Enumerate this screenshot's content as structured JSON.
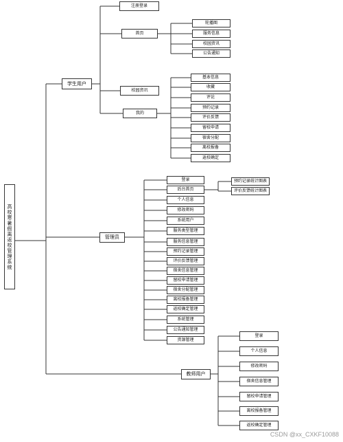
{
  "root": "高校寒暑假离返校管理系统",
  "student": {
    "label": "学生用户",
    "children": {
      "login": "注册登录",
      "home": "首页",
      "news": "校园资讯",
      "mine": "我的"
    },
    "home_items": [
      "轮播图",
      "服务信息",
      "校园资讯",
      "公告通知"
    ],
    "mine_items": [
      "基本信息",
      "收藏",
      "评论",
      "预约记录",
      "评价反馈",
      "留校申请",
      "宿舍分配",
      "离校报备",
      "返校确定"
    ]
  },
  "admin": {
    "label": "管理员",
    "items": [
      "登录",
      "后台首页",
      "个人信息",
      "修改密码",
      "系统用户",
      "服务类型管理",
      "服务信息管理",
      "预约记录管理",
      "评价反馈管理",
      "宿舍信息管理",
      "留校申请管理",
      "宿舍分配管理",
      "离校报备管理",
      "返校确定管理",
      "系统管理",
      "公告通知管理",
      "资源管理"
    ],
    "home_items": [
      "预约记录统计图表",
      "评价反馈统计图表"
    ]
  },
  "teacher": {
    "label": "教师用户",
    "items": [
      "登录",
      "个人信息",
      "修改密码",
      "宿舍信息管理",
      "留校申请管理",
      "离校报备管理",
      "返校确定管理"
    ]
  },
  "watermark": "CSDN @xx_CXKF10088"
}
